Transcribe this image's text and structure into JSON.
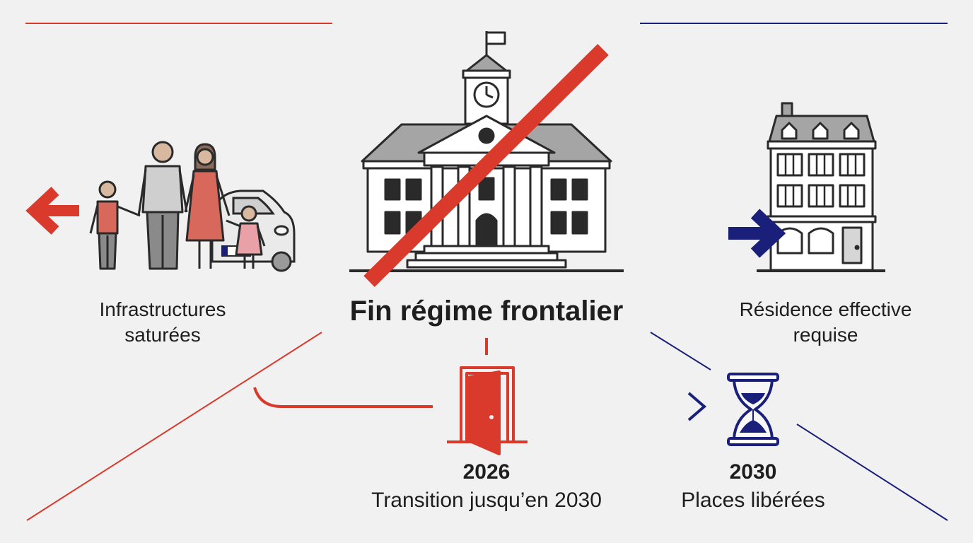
{
  "colors": {
    "accent_red": "#d93a2b",
    "accent_navy": "#1a1f7a",
    "stroke": "#2a2a2a",
    "background": "#f1f1f1"
  },
  "left": {
    "label_line1": "Infrastructures",
    "label_line2": "saturées",
    "arrow_icon": "arrow-left-icon",
    "family_icon": "family-icon",
    "car_icon": "car-icon"
  },
  "center": {
    "title": "Fin régime frontalier",
    "building_icon": "town-hall-icon",
    "strike_icon": "strike-through-icon"
  },
  "right": {
    "label_line1": "Résidence effective",
    "label_line2": "requise",
    "arrow_icon": "arrow-right-icon",
    "building_icon": "apartment-building-icon"
  },
  "timeline": {
    "milestone_2026": {
      "year": "2026",
      "caption": "Transition jusqu’en 2030",
      "icon": "open-door-icon"
    },
    "milestone_2030": {
      "year": "2030",
      "caption": "Places libérées",
      "icon": "hourglass-icon"
    }
  }
}
